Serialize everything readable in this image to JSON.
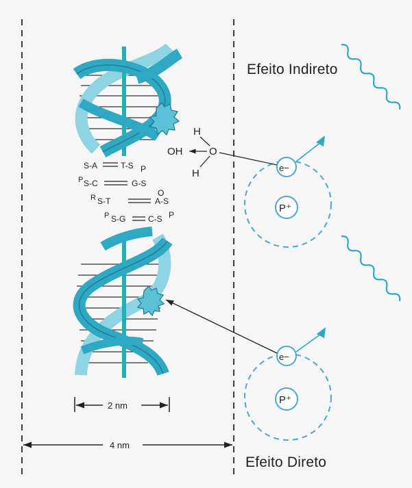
{
  "labels": {
    "indirect_effect": "Efeito Indireto",
    "direct_effect": "Efeito Direto",
    "width_inner": "2 nm",
    "width_outer": "4 nm",
    "electron_label": "e−",
    "proton_label": "P⁺",
    "hydroxyl": "OH",
    "oxygen": "O",
    "hydrogen_top": "H",
    "hydrogen_bottom": "H"
  },
  "base_pairs": [
    {
      "left": "S-A",
      "right": "T-S",
      "suffix": "P",
      "prefix": ""
    },
    {
      "left": "S-C",
      "right": "G-S",
      "suffix": "",
      "prefix": "P"
    },
    {
      "left": "S-T",
      "right": "A-S",
      "suffix": "O",
      "prefix": "R"
    },
    {
      "left": "S-G",
      "right": "C-S",
      "suffix": "P",
      "prefix": "P"
    }
  ],
  "colors": {
    "helix": "#2ea8c3",
    "helix_dark": "#1d7f95",
    "helix_light": "#8fd4e3",
    "axis": "#1bb3b8",
    "dashed": "#2f3d4f",
    "atom_ring": "#4aa8d0",
    "text": "#222222"
  },
  "icons": [
    "electron-icon",
    "proton-icon",
    "wavy-radiation-icon",
    "damage-burst-icon"
  ]
}
